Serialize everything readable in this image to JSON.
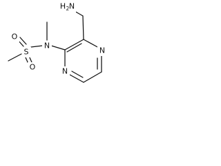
{
  "structure": {
    "atoms": {
      "amine_n": "H",
      "amine_h_count": "2",
      "amine_n_symbol": "N",
      "sulfonamide_n": "N",
      "sulfur": "S",
      "oxygen_1": "O",
      "oxygen_2": "O",
      "ring_n_top": "N",
      "ring_n_bottom": "N"
    }
  }
}
